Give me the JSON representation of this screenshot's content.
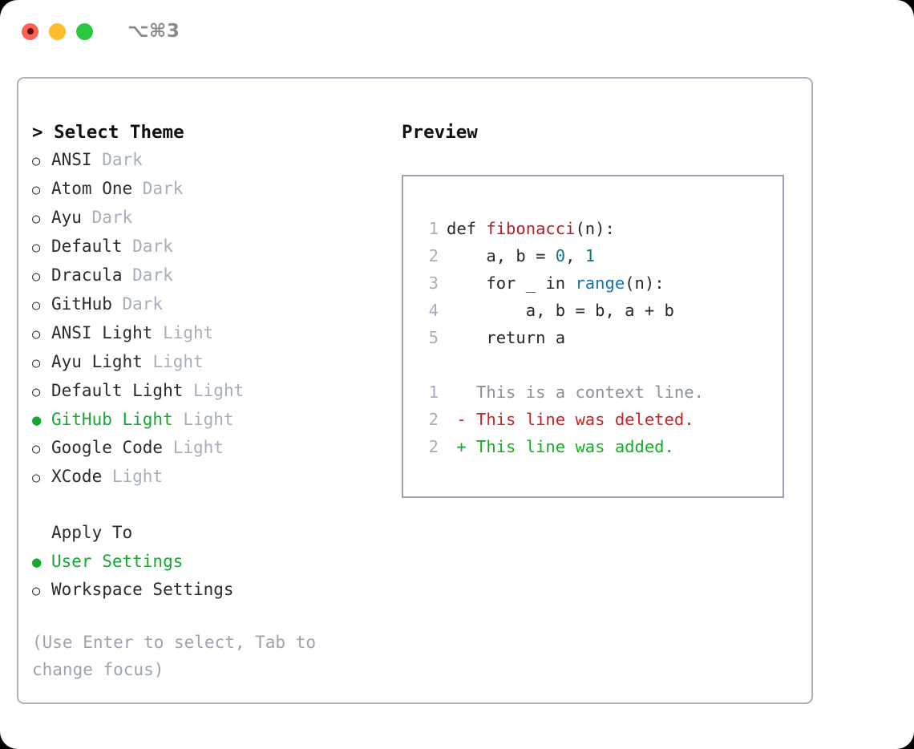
{
  "titlebar": {
    "shortcut": "⌥⌘3",
    "buttons": [
      "close",
      "minimize",
      "maximize"
    ]
  },
  "theme_picker": {
    "header": "> Select Theme",
    "items": [
      {
        "marker": "○",
        "label": "ANSI",
        "tag": " Dark",
        "selected": false
      },
      {
        "marker": "○",
        "label": "Atom One",
        "tag": " Dark",
        "selected": false
      },
      {
        "marker": "○",
        "label": "Ayu",
        "tag": " Dark",
        "selected": false
      },
      {
        "marker": "○",
        "label": "Default",
        "tag": " Dark",
        "selected": false
      },
      {
        "marker": "○",
        "label": "Dracula",
        "tag": " Dark",
        "selected": false
      },
      {
        "marker": "○",
        "label": "GitHub",
        "tag": " Dark",
        "selected": false
      },
      {
        "marker": "○",
        "label": "ANSI Light",
        "tag": " Light",
        "selected": false
      },
      {
        "marker": "○",
        "label": "Ayu Light",
        "tag": " Light",
        "selected": false
      },
      {
        "marker": "○",
        "label": "Default Light",
        "tag": " Light",
        "selected": false
      },
      {
        "marker": "●",
        "label": "GitHub Light",
        "tag": " Light",
        "selected": true
      },
      {
        "marker": "○",
        "label": "Google Code",
        "tag": " Light",
        "selected": false
      },
      {
        "marker": "○",
        "label": "XCode",
        "tag": " Light",
        "selected": false
      }
    ]
  },
  "apply_to": {
    "header": "Apply To",
    "items": [
      {
        "marker": "●",
        "label": "User Settings",
        "selected": true
      },
      {
        "marker": "○",
        "label": "Workspace Settings",
        "selected": false
      }
    ]
  },
  "hint": "(Use Enter to select, Tab to change focus)",
  "preview": {
    "header": "Preview",
    "code_lines": [
      {
        "no": "1",
        "segments": [
          {
            "text": "def ",
            "type": "plain"
          },
          {
            "text": "fibonacci",
            "type": "func"
          },
          {
            "text": "(n):",
            "type": "plain"
          }
        ]
      },
      {
        "no": "2",
        "segments": [
          {
            "text": "    a, b = ",
            "type": "plain"
          },
          {
            "text": "0",
            "type": "num"
          },
          {
            "text": ", ",
            "type": "plain"
          },
          {
            "text": "1",
            "type": "num"
          }
        ]
      },
      {
        "no": "3",
        "segments": [
          {
            "text": "    for _ in ",
            "type": "plain"
          },
          {
            "text": "range",
            "type": "call"
          },
          {
            "text": "(n):",
            "type": "plain"
          }
        ]
      },
      {
        "no": "4",
        "segments": [
          {
            "text": "        a, b = b, a + b",
            "type": "plain"
          }
        ]
      },
      {
        "no": "5",
        "segments": [
          {
            "text": "    return a",
            "type": "plain"
          }
        ]
      }
    ],
    "diff_lines": [
      {
        "no": "1",
        "prefix": "  ",
        "text": "This is a context line.",
        "kind": "context"
      },
      {
        "no": "2",
        "prefix": "- ",
        "text": "This line was deleted.",
        "kind": "del"
      },
      {
        "no": "2",
        "prefix": "+ ",
        "text": "This line was added.",
        "kind": "add"
      }
    ]
  },
  "colors": {
    "accent_green": "#17a832",
    "muted": "#a7aebb",
    "border": "#aab2bf",
    "preview_border": "#98a2b3",
    "func_red": "#b31d28",
    "num_teal": "#0b7b78",
    "call_blue": "#1474b8",
    "diff_del": "#cc2222",
    "diff_add": "#12b022"
  }
}
